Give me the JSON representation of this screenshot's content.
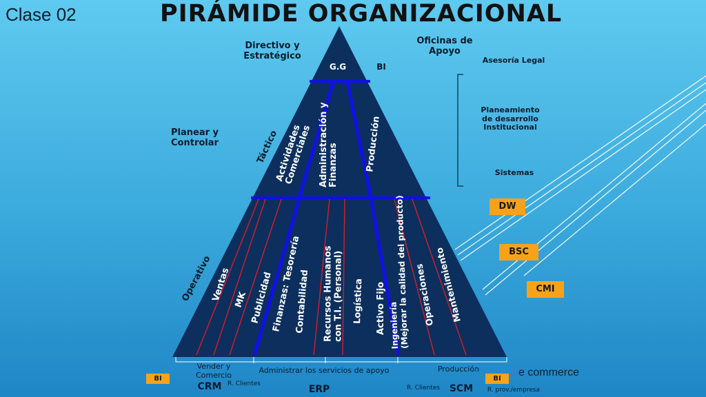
{
  "header": {
    "clase": "Clase 02",
    "title": "PIRÁMIDE ORGANIZACIONAL"
  },
  "levels": {
    "directivo": "Directivo y\nEstratégico",
    "oficinas": "Oficinas de\nApoyo",
    "planear": "Planear y\nControlar",
    "tactico": "Táctico",
    "operativo": "Operativo"
  },
  "apex": {
    "gg": "G.G",
    "bi": "BI"
  },
  "tactical_areas": [
    "Actividades\nComerciales",
    "Administración y\nFinanzas",
    "Producción"
  ],
  "operational_areas": [
    "Ventas",
    "MK",
    "Publicidad",
    "Finanzas: Tesorería",
    "Contabilidad",
    "Recursos  Humanos\ncon T.I.  (Personal)",
    "Logística",
    "Activo Fijo",
    "Ingeniería\n(Mejorar la calidad del producto)",
    "Operaciones",
    "Mantenimiento"
  ],
  "support_offices": [
    "Asesoría Legal",
    "Planeamiento\nde desarrollo\nInstitucional",
    "Sistemas"
  ],
  "badges": {
    "dw": "DW",
    "bsc": "BSC",
    "cmi": "CMI",
    "bi_left": "BI",
    "bi_right": "BI"
  },
  "bottom": {
    "vender": "Vender y\nComercio",
    "administrar": "Administrar los servicios de apoyo",
    "produccion": "Producción",
    "crm": "CRM",
    "r_clientes_left": "R. Clientes",
    "erp": "ERP",
    "r_clientes_right": "R. Clientes",
    "scm": "SCM",
    "r_prov": "R. prov./empresa",
    "ecommerce": "e commerce"
  },
  "colors": {
    "pyramid_fill": "#0c2f5e",
    "divider_blue": "#1010e8",
    "divider_red": "#cc1f2a",
    "badge_orange": "#f7a21b",
    "background_top": "#5fcaf0",
    "background_bottom": "#1f86c6"
  }
}
